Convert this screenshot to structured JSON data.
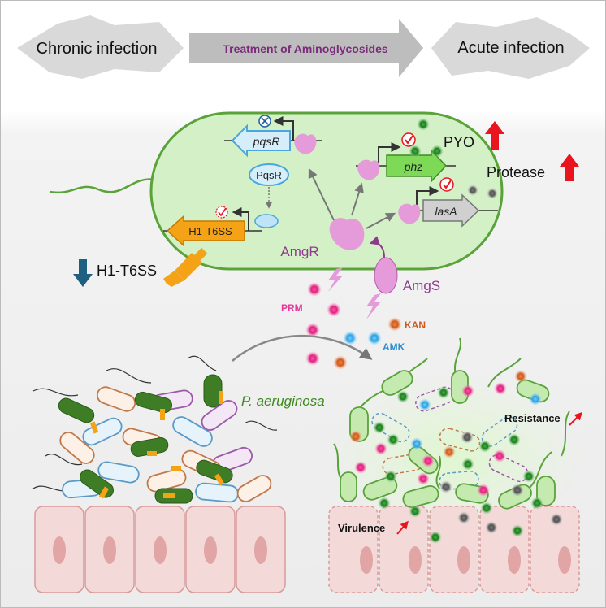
{
  "banner": {
    "left": "Chronic infection",
    "middle": "Treatment of Aminoglycosides",
    "right": "Acute infection"
  },
  "cell": {
    "genes": {
      "pqsR": "pqsR",
      "pqsR_protein": "PqsR",
      "h1t6ss": "H1-T6SS",
      "phz": "phz",
      "lasA": "lasA"
    },
    "regulators": {
      "amgR": "AmgR",
      "amgS": "AmgS"
    },
    "products": {
      "pyo": "PYO",
      "protease": "Protease"
    }
  },
  "outside": {
    "h1t6ss_down": "H1-T6SS",
    "drugs": {
      "prm": "PRM",
      "kan": "KAN",
      "amk": "AMK"
    },
    "organism": "P. aeruginosa",
    "resistance": "Resistance",
    "virulence": "Virulence"
  },
  "colors": {
    "cell_fill": "#d4f0c6",
    "cell_stroke": "#5aa23a",
    "amg": "#e59ad9",
    "amg_text": "#8e3b8e",
    "pqsR": "#4aa6dd",
    "t6ss": "#f5a316",
    "phz": "#7ed957",
    "lasA": "#c0c0c0",
    "up_arrow": "#e8141e",
    "down_arrow": "#1f5f7f",
    "prm": "#e8389a",
    "kan": "#e07a2e",
    "amk": "#4fb3e8",
    "bacterium_dark": "#3e7d26",
    "tissue": "#f4d9d9"
  }
}
